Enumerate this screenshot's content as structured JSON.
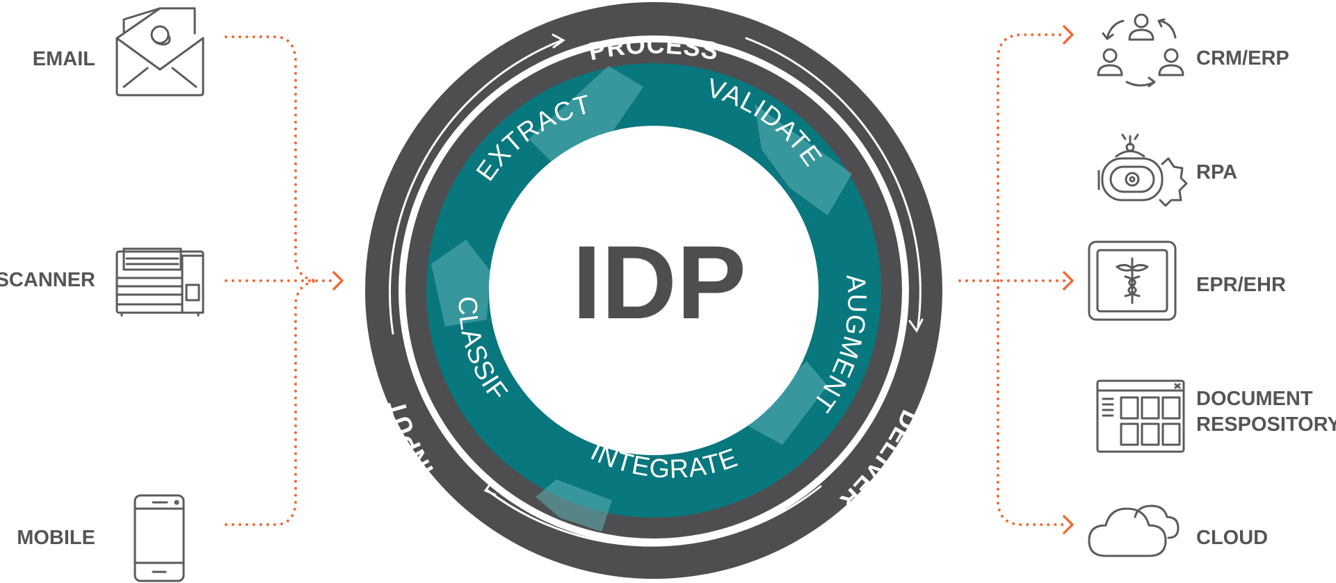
{
  "colors": {
    "ring": "#4e4e50",
    "teal": "#08777e",
    "teal_light": "#3a9fa3",
    "connector": "#f06a35",
    "text_gray": "#555555"
  },
  "center": {
    "title": "IDP"
  },
  "outer_ring": {
    "process": "PROCESS",
    "deliver": "DELIVER",
    "input": "INPUT"
  },
  "stages": {
    "extract": "EXTRACT",
    "validate": "VALIDATE",
    "augment": "AUGMENT",
    "integrate": "INTEGRATE",
    "classify": "CLASSIFY"
  },
  "inputs": [
    {
      "label": "EMAIL",
      "icon": "email-envelope-icon"
    },
    {
      "label": "SCANNER",
      "icon": "scanner-icon"
    },
    {
      "label": "MOBILE",
      "icon": "mobile-phone-icon"
    }
  ],
  "outputs": [
    {
      "label": "CRM/ERP",
      "icon": "users-cycle-icon"
    },
    {
      "label": "RPA",
      "icon": "robot-gear-icon"
    },
    {
      "label": "EPR/EHR",
      "icon": "medical-caduceus-icon"
    },
    {
      "label_line1": "DOCUMENT",
      "label_line2": "RESPOSITORY",
      "icon": "document-repository-icon"
    },
    {
      "label": "CLOUD",
      "icon": "cloud-icon"
    }
  ]
}
